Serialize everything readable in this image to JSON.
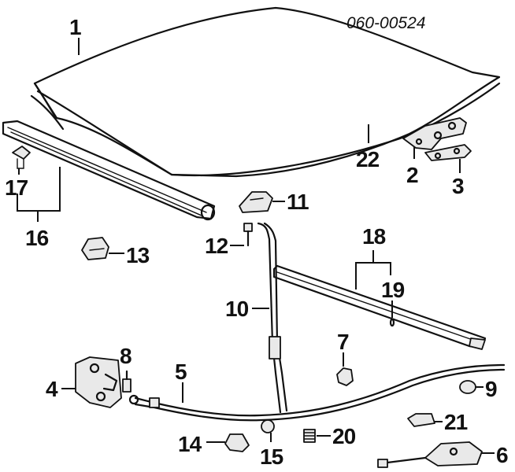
{
  "diagram": {
    "document_number": "060-00524",
    "callouts": [
      {
        "id": "c1",
        "label": "1"
      },
      {
        "id": "c2",
        "label": "2"
      },
      {
        "id": "c3",
        "label": "3"
      },
      {
        "id": "c4",
        "label": "4"
      },
      {
        "id": "c5",
        "label": "5"
      },
      {
        "id": "c6",
        "label": "6"
      },
      {
        "id": "c7",
        "label": "7"
      },
      {
        "id": "c8",
        "label": "8"
      },
      {
        "id": "c9",
        "label": "9"
      },
      {
        "id": "c10",
        "label": "10"
      },
      {
        "id": "c11",
        "label": "11"
      },
      {
        "id": "c12",
        "label": "12"
      },
      {
        "id": "c13",
        "label": "13"
      },
      {
        "id": "c14",
        "label": "14"
      },
      {
        "id": "c15",
        "label": "15"
      },
      {
        "id": "c16",
        "label": "16"
      },
      {
        "id": "c17",
        "label": "17"
      },
      {
        "id": "c18",
        "label": "18"
      },
      {
        "id": "c19",
        "label": "19"
      },
      {
        "id": "c20",
        "label": "20"
      },
      {
        "id": "c21",
        "label": "21"
      },
      {
        "id": "c22",
        "label": "22"
      }
    ]
  }
}
